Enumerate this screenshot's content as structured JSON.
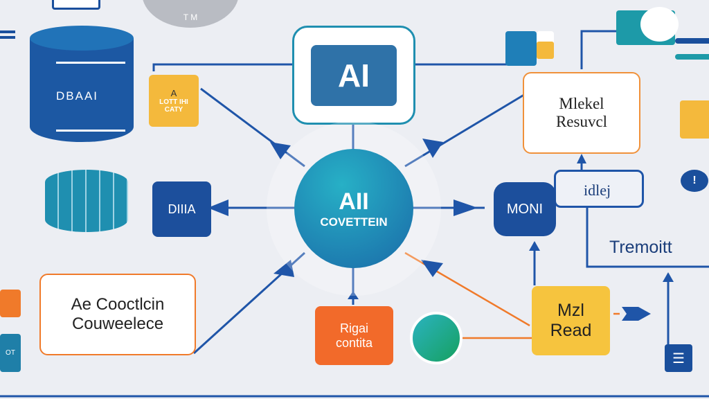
{
  "top_badge": "T M",
  "ai_header": "AI",
  "database_label": "DBAAI",
  "small_card": {
    "letter": "A",
    "line1": "LOTT IHI",
    "line2": "CATY"
  },
  "data_box": "DIIIA",
  "center": {
    "title": "AII",
    "subtitle": "COVETTEIN"
  },
  "left_note": {
    "line1": "Ae Cooctlcin",
    "line2": "Couweelece"
  },
  "left_badge": "OT",
  "bottom_box": {
    "line1": "Rigai",
    "line2": "contita"
  },
  "model_result": {
    "line1": "Mlekel",
    "line2": "Resuvcl"
  },
  "model_box": "MONI",
  "label_box": "idlej",
  "treatment": "Tremoitt",
  "mail_read": {
    "line1": "Mzl",
    "line2": "Read"
  },
  "colors": {
    "navy": "#1a4f9c",
    "teal": "#1f8fb0",
    "orange": "#f07a2a",
    "yellow": "#f4b93c",
    "background": "#eceef3"
  }
}
